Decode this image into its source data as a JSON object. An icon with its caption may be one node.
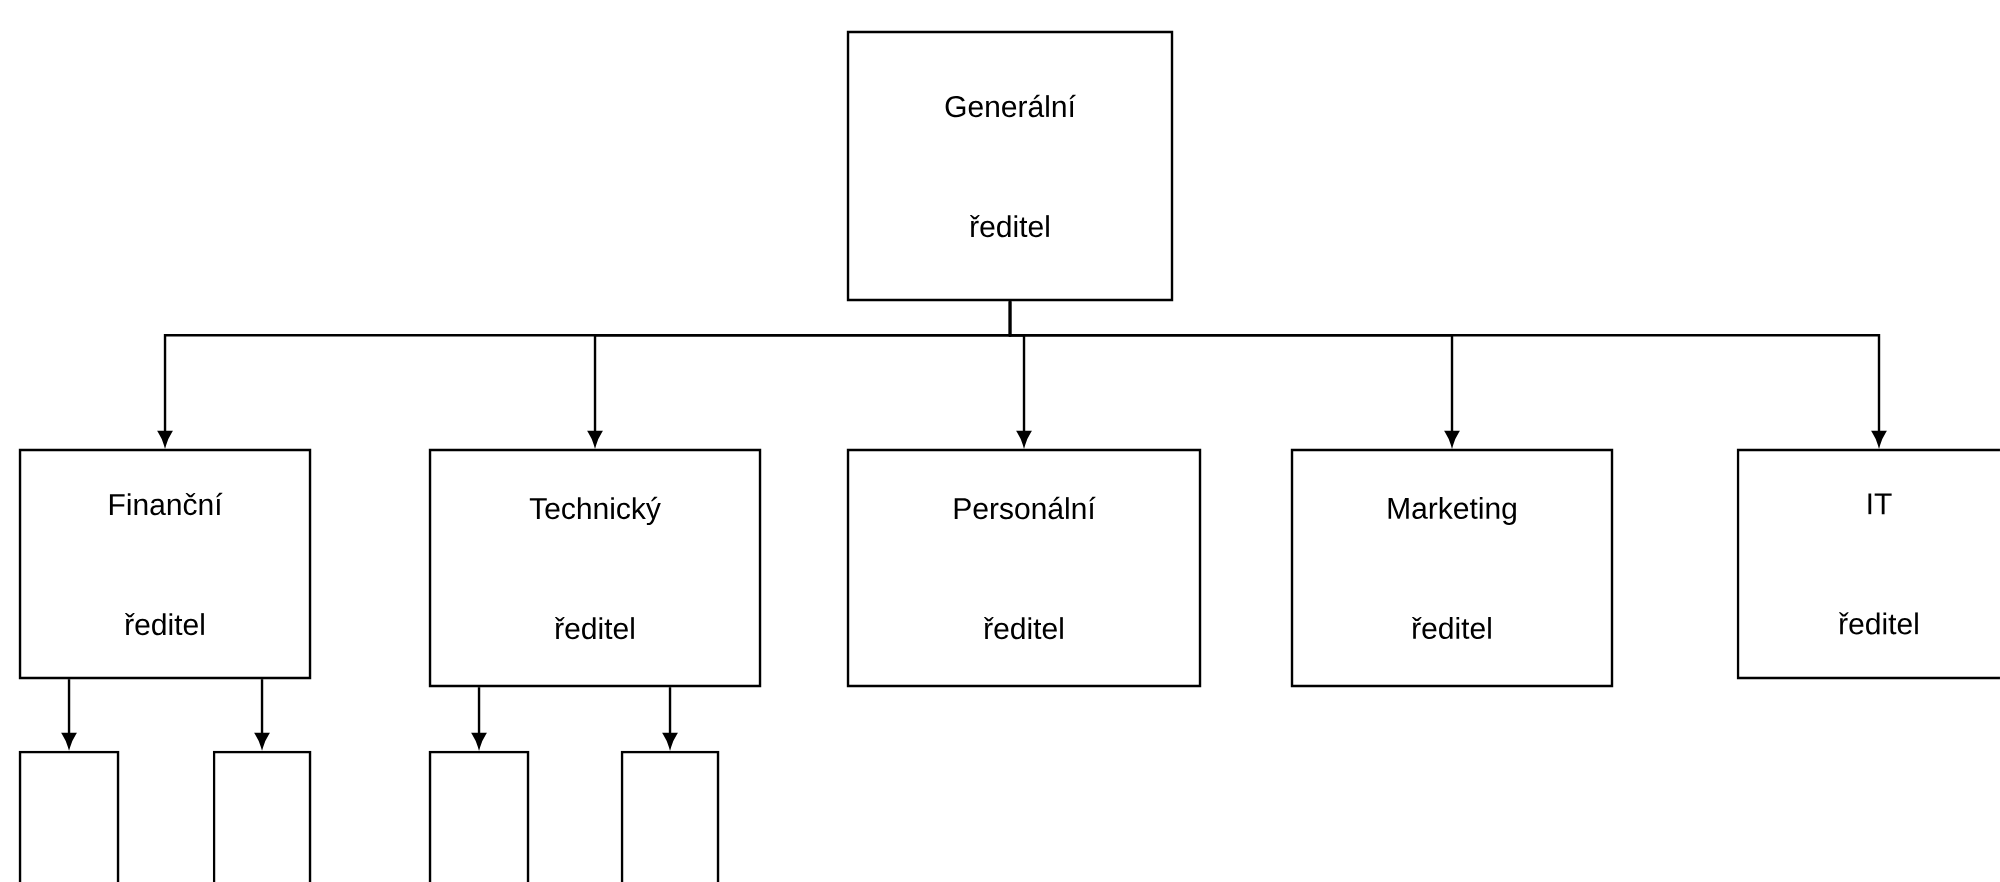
{
  "diagram": {
    "nodes": [
      {
        "text": [
          "Generální ředitel"
        ]
      },
      {
        "text": [
          "Finanční ředitel"
        ]
      },
      {
        "text": [
          "Technický ředitel"
        ]
      },
      {
        "text": [
          "Personální ředitel"
        ]
      },
      {
        "text": [
          "Marketing ředitel"
        ]
      },
      {
        "text": [
          "IT ředitel"
        ]
      },
      {
        "text": [],
        "shape": "box"
      },
      {
        "text": [],
        "shape": "box"
      },
      {
        "text": [],
        "shape": "box"
      },
      {
        "text": [],
        "shape": "box"
      }
    ],
    "edges": [
      {
        "from": 0,
        "to": 1,
        "arrow": "to"
      },
      {
        "from": 0,
        "to": 2,
        "arrow": "to"
      },
      {
        "from": 0,
        "to": 3,
        "arrow": "to"
      },
      {
        "from": 0,
        "to": 4,
        "arrow": "to"
      },
      {
        "from": 0,
        "to": 5,
        "arrow": "to"
      },
      {
        "from": 1,
        "to": 6,
        "arrow": "to"
      },
      {
        "from": 1,
        "to": 7,
        "arrow": "to"
      },
      {
        "from": 2,
        "to": 8,
        "arrow": "to"
      },
      {
        "from": 2,
        "to": 9,
        "arrow": "to"
      }
    ]
  }
}
